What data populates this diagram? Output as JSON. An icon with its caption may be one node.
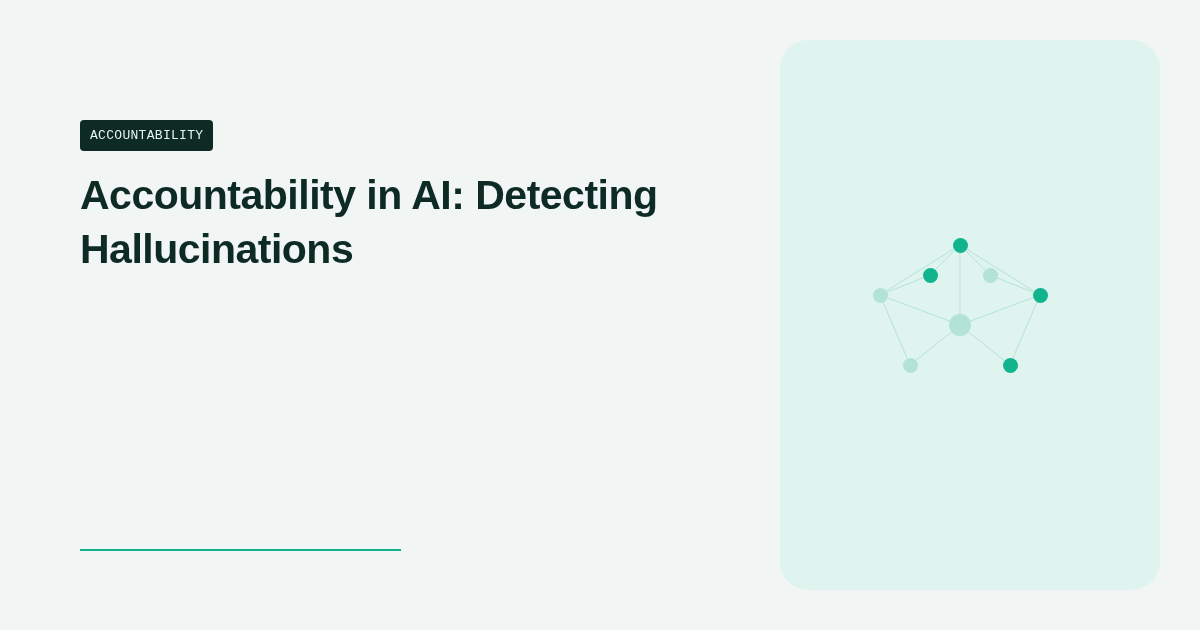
{
  "diagram": {
    "title": "Accountability in AI: Detecting Hallucinations",
    "nodes": [
      {
        "text": [],
        "shape": "circle"
      },
      {
        "text": [],
        "shape": "circle"
      },
      {
        "text": [],
        "shape": "circle"
      },
      {
        "text": [],
        "shape": "circle"
      },
      {
        "text": [],
        "shape": "circle"
      },
      {
        "text": [],
        "shape": "circle"
      },
      {
        "text": [],
        "shape": "circle"
      },
      {
        "text": [],
        "shape": "circle"
      }
    ],
    "edges": [
      {
        "from": 0,
        "to": 3,
        "arrow": "none"
      },
      {
        "from": 0,
        "to": 1,
        "arrow": "none"
      },
      {
        "from": 1,
        "to": 3,
        "arrow": "none"
      },
      {
        "from": 0,
        "to": 2,
        "arrow": "none"
      },
      {
        "from": 0,
        "to": 4,
        "arrow": "none"
      },
      {
        "from": 2,
        "to": 4,
        "arrow": "none"
      },
      {
        "from": 0,
        "to": 5,
        "arrow": "none"
      },
      {
        "from": 3,
        "to": 5,
        "arrow": "none"
      },
      {
        "from": 5,
        "to": 4,
        "arrow": "none"
      },
      {
        "from": 3,
        "to": 6,
        "arrow": "none"
      },
      {
        "from": 6,
        "to": 5,
        "arrow": "none"
      },
      {
        "from": 5,
        "to": 7,
        "arrow": "none"
      },
      {
        "from": 4,
        "to": 7,
        "arrow": "none"
      }
    ],
    "labels": [
      "ACCOUNTABILITY"
    ]
  }
}
